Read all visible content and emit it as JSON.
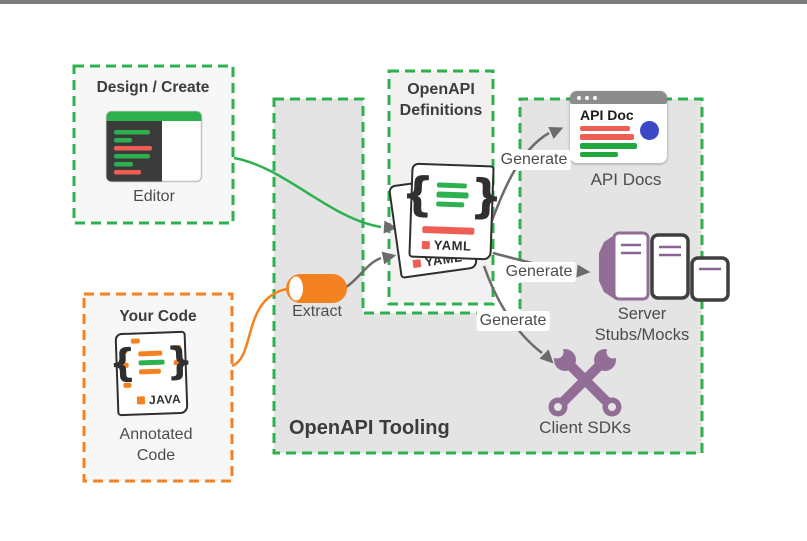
{
  "palette": {
    "green": "#2db14f",
    "orange": "#f58220",
    "red": "#ef5e52",
    "purple": "#926d96",
    "blue": "#3c49c6",
    "tooling_fill": "#e4e4e4",
    "definitions_fill": "#f1f1f1",
    "side_box_fill": "#f7f7f7",
    "arrow_gray": "#6b6b6b"
  },
  "glyphs": {
    "brace_open": "{",
    "brace_close": "}"
  },
  "diagram": {
    "design_create": {
      "title": "Design / Create",
      "caption": "Editor"
    },
    "your_code": {
      "title": "Your Code",
      "caption_line1": "Annotated",
      "caption_line2": "Code",
      "badge": "JAVA"
    },
    "openapi_definitions": {
      "title_line1": "OpenAPI",
      "title_line2": "Definitions",
      "file_label": "YAML"
    },
    "extract": {
      "caption": "Extract"
    },
    "tooling": {
      "title": "OpenAPI Tooling"
    },
    "api_docs": {
      "window_title": "API Doc",
      "caption": "API Docs"
    },
    "server_stubs": {
      "caption_line1": "Server",
      "caption_line2": "Stubs/Mocks"
    },
    "client_sdks": {
      "caption": "Client SDKs"
    },
    "arrows": {
      "generate_api_docs": "Generate",
      "generate_server": "Generate",
      "generate_sdks": "Generate"
    }
  }
}
